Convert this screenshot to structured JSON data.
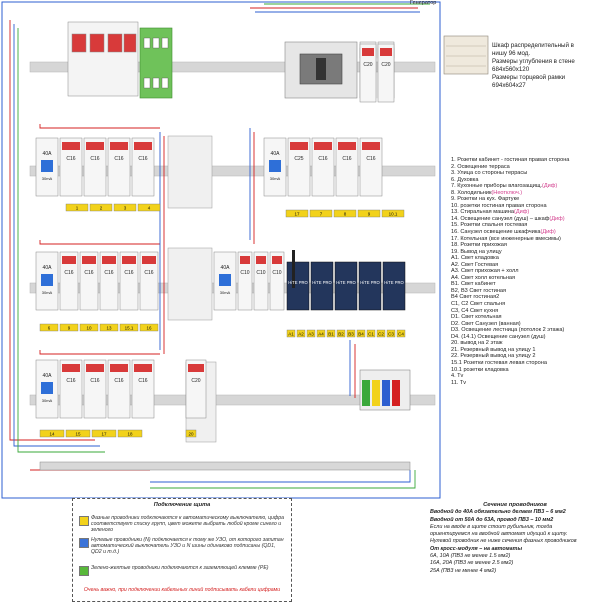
{
  "generator_label": "Генератор",
  "cabinet_info": [
    "Шкаф распределительный в",
    "нишу 96 мод.",
    "Размеры углубления в стене",
    "684x560x120",
    "Размеры торцевой рамки",
    "694x604x27"
  ],
  "legend": [
    {
      "text": "1. Розетки кабинет - гостиная правая сторона",
      "tag": ""
    },
    {
      "text": "2. Освещение терраса",
      "tag": ""
    },
    {
      "text": "3. Улица со стороны террасы",
      "tag": ""
    },
    {
      "text": "6. Духовка",
      "tag": ""
    },
    {
      "text": "7. Кухонные приборы влагозащищ.",
      "tag": "(Диф)"
    },
    {
      "text": "8. Холодильник",
      "tag": "(Неотключ.)"
    },
    {
      "text": "9. Розетки на кух. Фартуке",
      "tag": ""
    },
    {
      "text": "10. розетки гостиная правая сторона",
      "tag": ""
    },
    {
      "text": "13. Стиральная машина",
      "tag": "(Диф)"
    },
    {
      "text": "14. Освещение санузел (душ) – шкаф",
      "tag": "(Диф)"
    },
    {
      "text": "15. Розетки спальня гостевая",
      "tag": ""
    },
    {
      "text": "16. Санузел освещение шкафчика",
      "tag": "(Диф)"
    },
    {
      "text": "17. Котельная (все инженерные вмесимы)",
      "tag": ""
    },
    {
      "text": "18. Розетки прихожая",
      "tag": ""
    },
    {
      "text": "19. Вывод на улицу",
      "tag": ""
    },
    {
      "text": "А1. Свет кладовка",
      "tag": ""
    },
    {
      "text": "А2. Свет Гостевая",
      "tag": ""
    },
    {
      "text": "А3. Свет прихожая + холл",
      "tag": ""
    },
    {
      "text": "А4. Свет холл котельная",
      "tag": ""
    },
    {
      "text": "В1. Свет кабинет",
      "tag": ""
    },
    {
      "text": "В2, В3 Свет гостиная",
      "tag": ""
    },
    {
      "text": "В4 Свет гостиная2",
      "tag": ""
    },
    {
      "text": "С1, С2 Свет спальня",
      "tag": ""
    },
    {
      "text": "С3, С4 Свет кухня",
      "tag": ""
    },
    {
      "text": "D1. Свет котельная",
      "tag": ""
    },
    {
      "text": "D2. Свет Санузел (ванная)",
      "tag": ""
    },
    {
      "text": "D3. Освещение лестница (потолок 2 этажа)",
      "tag": ""
    },
    {
      "text": "D4. (14.1) Освещение санузел (душ)",
      "tag": ""
    },
    {
      "text": "20. вывод на 2 этаж",
      "tag": ""
    },
    {
      "text": "21. Резервный вывод на улицу 1",
      "tag": ""
    },
    {
      "text": "22. Резервный вывод на улицу 2",
      "tag": ""
    },
    {
      "text": "15.1 Розетки гостевая левая сторона",
      "tag": ""
    },
    {
      "text": "10.1 розетки кладовка",
      "tag": ""
    },
    {
      "text": "4. Tv",
      "tag": ""
    },
    {
      "text": "11. Tv",
      "tag": ""
    }
  ],
  "connection_notes": {
    "title": "Подключение щита",
    "items": [
      {
        "text": "Фазные проводники подключаются к автоматическому выключателю, цифра соответствует списку групп, цвет можете выбрать любой кроме синего и зеленого",
        "color": "#f2d21b"
      },
      {
        "text": "Нулевые проводники (N) подключается к тому же УЗО, от которого запитан автоматический выключатель УЗО и N шины одинаково подписаны (QD1, QD2 и т.д.)",
        "color": "#3b73d8"
      },
      {
        "text": "Зелено-желтые проводники подключаются к заземляющей клемме (PE)",
        "color": "#58b83a"
      }
    ],
    "warning": "Очень важно, при подключении кабельных линий подписывать кабели цифрами"
  },
  "wire_sections": {
    "title": "Сечение проводников",
    "lines": [
      {
        "text": "Вводной до 40A обязательно делаем ПВ3 – 6 мм2",
        "style": "b"
      },
      {
        "text": "Вводной от 50А до 63А, провод ПВ3 – 10 мм2",
        "style": "b"
      },
      {
        "text": "Если на вводе в щите стоит рубильник, тогда",
        "style": "i"
      },
      {
        "text": "ориентируемся на вводной автомат идущий к щиту.",
        "style": "i"
      },
      {
        "text": "Нулевой проводник не ниже сечения фазных проводников",
        "style": "i"
      },
      {
        "text": "От кросс-модуля – на автоматы",
        "style": "b"
      },
      {
        "text": "6А, 10А (ПВ3 не менее 1.5 мм2)",
        "style": "i"
      },
      {
        "text": "16А, 20А (ПВ3 не менее 2.5 мм2)",
        "style": "i"
      },
      {
        "text": "25А (ПВ3 не менее 4 мм2)",
        "style": "i"
      }
    ]
  },
  "breakers": {
    "row1_left": [
      "C16",
      "C16",
      "C16",
      "C16"
    ],
    "row1_mid": [
      "C25",
      "C16",
      "C16",
      "C16"
    ],
    "row2_left": [
      "C16",
      "C16",
      "C16",
      "C16",
      "C16"
    ],
    "row2_mid": [
      "C10",
      "C10",
      "C10"
    ],
    "row3_left": [
      "C16",
      "C16",
      "C16",
      "C16"
    ],
    "row3_single": [
      "C20"
    ],
    "rcd_rating": "40A",
    "rcd_current": "30mA",
    "top_right": [
      "C20",
      "C20"
    ]
  },
  "group_labels": {
    "row1_left": [
      "1",
      "2",
      "3",
      "4"
    ],
    "row1_mid": [
      "17",
      "7",
      "8",
      "9",
      "10.1"
    ],
    "row2_left": [
      "6",
      "9",
      "10",
      "13",
      "15.1",
      "16"
    ],
    "row2_mid": [
      "A1",
      "A2",
      "A3",
      "A4",
      "B1",
      "B2",
      "B3",
      "B4",
      "C1",
      "C2",
      "C3",
      "C4"
    ],
    "row3_left": [
      "14",
      "15",
      "17",
      "18"
    ],
    "row3_single": [
      "20"
    ]
  },
  "relay_brand": "HiTE PRO",
  "colors": {
    "phase_red": "#d42020",
    "neutral_blue": "#2e5fd0",
    "pe_green": "#3aa83a",
    "pe_yellow": "#f2d21b",
    "breaker_red": "#d83a3a",
    "din_rail": "#c8c8c8"
  }
}
